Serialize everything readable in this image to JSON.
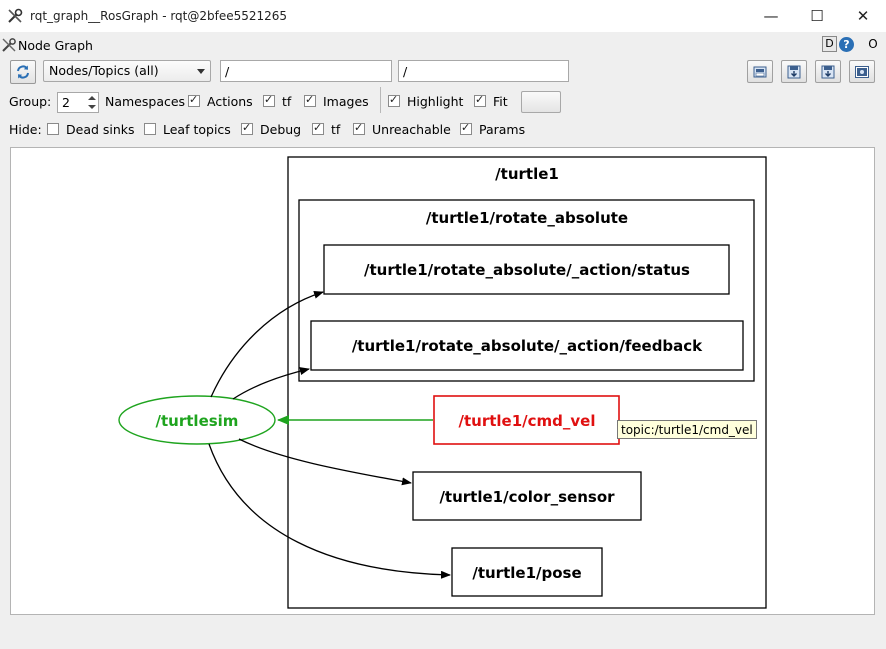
{
  "window": {
    "title": "rqt_graph__RosGraph - rqt@2bfee5521265",
    "minimize": "—",
    "maximize": "☐",
    "close": "✕"
  },
  "dock": {
    "title": "Node Graph",
    "d_label": "D",
    "help_label": "?",
    "o_label": "O"
  },
  "toolbar": {
    "graph_type": "Nodes/Topics (all)",
    "filter1": "/",
    "filter2": "/"
  },
  "options": {
    "group_label": "Group:",
    "group_value": "2",
    "namespaces_label": "Namespaces",
    "namespaces_checked": true,
    "actions_label": "Actions",
    "actions_checked": true,
    "tf_label": "tf",
    "tf_checked": true,
    "images_label": "Images",
    "images_checked": true,
    "highlight_label": "Highlight",
    "highlight_checked": true,
    "fit_label": "Fit",
    "fit_checked": true
  },
  "hide": {
    "label": "Hide:",
    "dead_sinks": "Dead sinks",
    "dead_sinks_checked": false,
    "leaf_topics": "Leaf topics",
    "leaf_topics_checked": false,
    "debug": "Debug",
    "debug_checked": true,
    "tf": "tf",
    "tf_checked": true,
    "unreachable": "Unreachable",
    "unreachable_checked": true,
    "params": "Params",
    "params_checked": true
  },
  "graph": {
    "ns_turtle1": "/turtle1",
    "ns_rotate": "/turtle1/rotate_absolute",
    "topic_status": "/turtle1/rotate_absolute/_action/status",
    "topic_feedback": "/turtle1/rotate_absolute/_action/feedback",
    "node_turtlesim": "/turtlesim",
    "topic_cmd_vel": "/turtle1/cmd_vel",
    "topic_color": "/turtle1/color_sensor",
    "topic_pose": "/turtle1/pose",
    "tooltip": "topic:/turtle1/cmd_vel",
    "colors": {
      "node": "#1fa41f",
      "highlight": "#e01010",
      "edge": "#000000"
    }
  }
}
